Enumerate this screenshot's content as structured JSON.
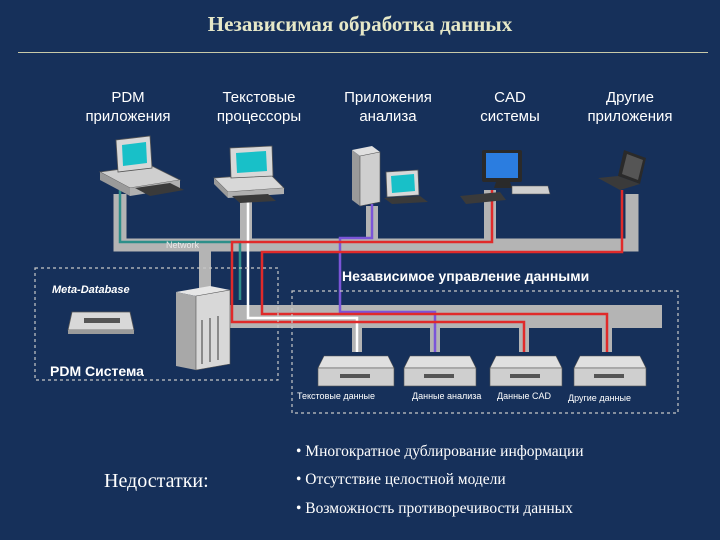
{
  "title": "Независимая обработка данных",
  "applications": [
    {
      "label": "PDM\nприложения"
    },
    {
      "label": "Текстовые\nпроцессоры"
    },
    {
      "label": "Приложения\nанализа"
    },
    {
      "label": "CAD\nсистемы"
    },
    {
      "label": "Другие\nприложения"
    }
  ],
  "network_label": "Network",
  "data_management_title": "Независимое управление данными",
  "meta_database_label": "Meta-Database",
  "pdm_system_label": "PDM Система",
  "data_stores": [
    {
      "label": "Текстовые данные"
    },
    {
      "label": "Данные анализа"
    },
    {
      "label": "Данные CAD"
    },
    {
      "label": "Другие данные"
    }
  ],
  "drawbacks": {
    "title": "Недостатки:",
    "items": [
      "• Многократное дублирование информации",
      "• Отсутствие целостной модели",
      "• Возможность противоречивости данных"
    ]
  },
  "colors": {
    "background": "#16305a",
    "bus": "#b4b4b4",
    "line_teal": "#2e8f8a",
    "line_purple": "#7b55d8",
    "line_red": "#e02a2a",
    "line_white": "#ffffff"
  }
}
